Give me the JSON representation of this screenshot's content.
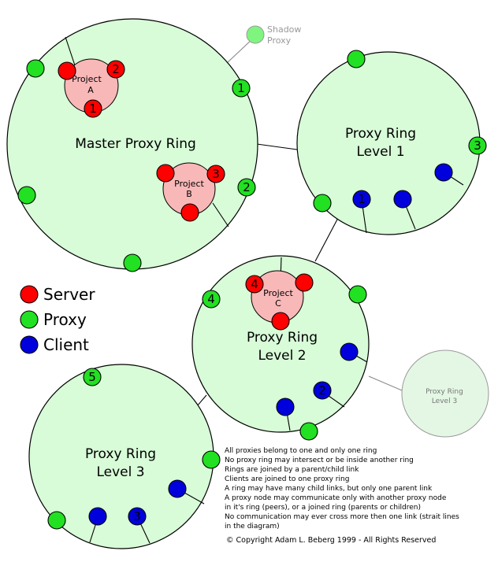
{
  "colors": {
    "server": "#ff0000",
    "proxy": "#22e022",
    "client": "#0000dd",
    "ring_fill": "#d8fbd8",
    "project_fill": "#f8b8b8"
  },
  "shadow_proxy": {
    "label_line1": "Shadow",
    "label_line2": "Proxy"
  },
  "rings": [
    {
      "id": "master",
      "title_lines": [
        "Master Proxy Ring"
      ]
    },
    {
      "id": "level1",
      "title_lines": [
        "Proxy Ring",
        "Level 1"
      ]
    },
    {
      "id": "level2",
      "title_lines": [
        "Proxy Ring",
        "Level 2"
      ]
    },
    {
      "id": "level3",
      "title_lines": [
        "Proxy Ring",
        "Level 3"
      ]
    },
    {
      "id": "level3-faint",
      "title_lines": [
        "Proxy Ring",
        "Level 3"
      ]
    }
  ],
  "projects": [
    {
      "id": "A",
      "label_line1": "Project",
      "label_line2": "A"
    },
    {
      "id": "B",
      "label_line1": "Project",
      "label_line2": "B"
    },
    {
      "id": "C",
      "label_line1": "Project",
      "label_line2": "C"
    }
  ],
  "node_numbers": {
    "proj_a_top": "2",
    "proj_a_bottom": "1",
    "proj_b_right": "3",
    "proj_c_left": "4",
    "master_proxy_1": "1",
    "master_proxy_2": "2",
    "level1_proxy_3": "3",
    "level1_client_1": "1",
    "level2_proxy_4": "4",
    "level2_client_2": "2",
    "level3_proxy_5": "5",
    "level3_client_3": "3"
  },
  "legend": [
    {
      "type": "server",
      "label": "Server"
    },
    {
      "type": "proxy",
      "label": "Proxy"
    },
    {
      "type": "client",
      "label": "Client"
    }
  ],
  "notes": [
    "All proxies belong to one and only one ring",
    "No proxy ring may intersect or be inside another ring",
    "Rings are joined by a parent/child link",
    "Clients are joined to one proxy ring",
    "A ring may have many child links, but only one parent link",
    "A proxy node may communicate only with another proxy node",
    "  in it's ring (peers), or a joined ring (parents or children)",
    "No communication may ever  cross more then one link (strait lines",
    "  in the diagram)"
  ],
  "copyright": "© Copyright Adam L. Beberg 1999 - All Rights Reserved"
}
